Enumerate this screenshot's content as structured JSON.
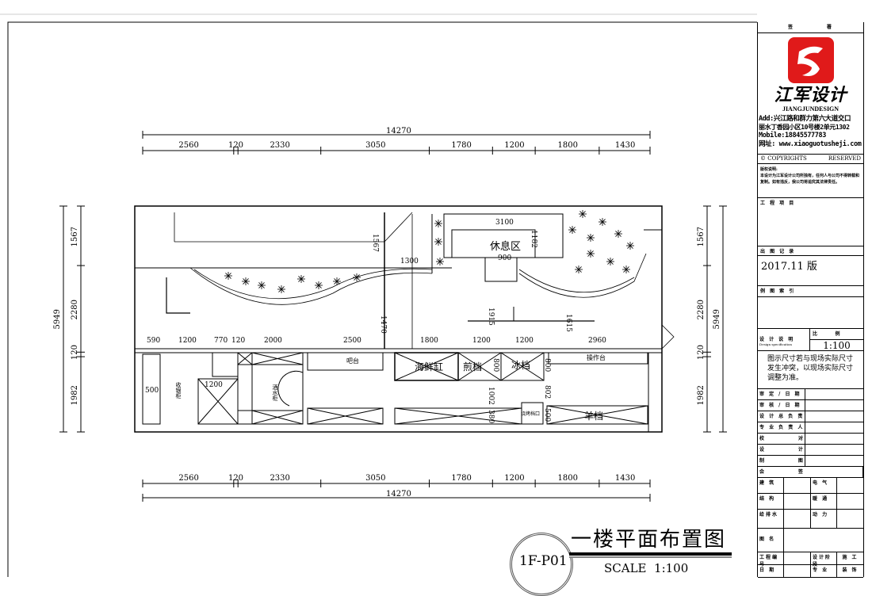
{
  "drawing": {
    "title": "一楼平面布置图",
    "code": "1F-P01",
    "scale": "SCALE  1:100",
    "total_width": "14270",
    "top_dims": [
      "2560",
      "120",
      "2330",
      "3050",
      "1780",
      "1200",
      "1800",
      "1430"
    ],
    "top_dims_mm": [
      2560,
      120,
      2330,
      3050,
      1780,
      1200,
      1800,
      1430
    ],
    "side_dims": [
      "1567",
      "2280",
      "120",
      "1982"
    ],
    "side_dims_mm": [
      1567,
      2280,
      120,
      1982
    ],
    "side_total": "5949",
    "inner_dims": {
      "d590": "590",
      "d1200": "1200",
      "d770": "770",
      "d120": "120",
      "d2000": "2000",
      "d2500": "2500",
      "d1800": "1800",
      "d1200b": "1200",
      "d1200c": "1200",
      "d2960": "2960",
      "d500": "500",
      "d1200s": "1200",
      "d3100": "3100",
      "d1182": "1182",
      "d900": "900",
      "d1300": "1300",
      "d1567": "1567",
      "d1470": "1470",
      "d1915": "1915",
      "d1615": "1615",
      "d800a": "800",
      "d800b": "800",
      "d1002": "1002",
      "d802": "802",
      "d380": "380",
      "d500b": "500"
    },
    "rooms": {
      "rest": "休息区",
      "bar": "吧台",
      "seafood": "海鲜缸",
      "fry": "煎档",
      "ice": "冰档",
      "worktop": "操作台",
      "lamb": "羊档",
      "cabinet_left": "收银柜",
      "cabinet_mid": "酒水柜",
      "small_counter": "烧烤档口"
    }
  },
  "title_block": {
    "sign": "签          署",
    "brand_cn": "江军设计",
    "brand_en": "JIANGJUNDESIGN",
    "address_1": "Add:兴江路和群力第六大道交口",
    "address_2": "丽水丁香园小区10号楼2单元1302",
    "mobile": "Mobile:18845577783",
    "website": "网址: www.xiaoguotusheji.com",
    "copyright": "© COPYRIGHTS",
    "reserved": "RESERVED",
    "notice_title": "版权说明:",
    "notice_body": "本设计为江军设计公司所独有，任何人与公司不得转载和复制。如有违反，我公司将追究其法律责任。",
    "project_label": "工 程 项 目",
    "revision_label": "出 图 记 录",
    "revision": "2017.11 版",
    "index_label": "例 图 索 引",
    "design_note_label": "设 计 说 明",
    "design_note_en": "Design specification",
    "scale_label": "比     例",
    "scale": "1:100",
    "design_note": "图示尺寸若与现场实际尺寸发生冲突，以现场实际尺寸调整为准。",
    "approvals": [
      "审 定 / 日 期",
      "审 核 / 日 期",
      "设 计 总 负 责",
      "专 业 负 责 人",
      "校          对",
      "设          计",
      "制          图",
      "会          签"
    ],
    "disciplines": [
      "建 筑",
      "电 气",
      "结 构",
      "暖 通",
      "给排水",
      "动 力"
    ],
    "drawing_name_label": "图 名",
    "job_no_label": "工程编号",
    "phase_label": "设计阶段",
    "phase": "施 工",
    "date_label": "日 期",
    "specialty_label": "专 业",
    "specialty": "装 饰"
  }
}
